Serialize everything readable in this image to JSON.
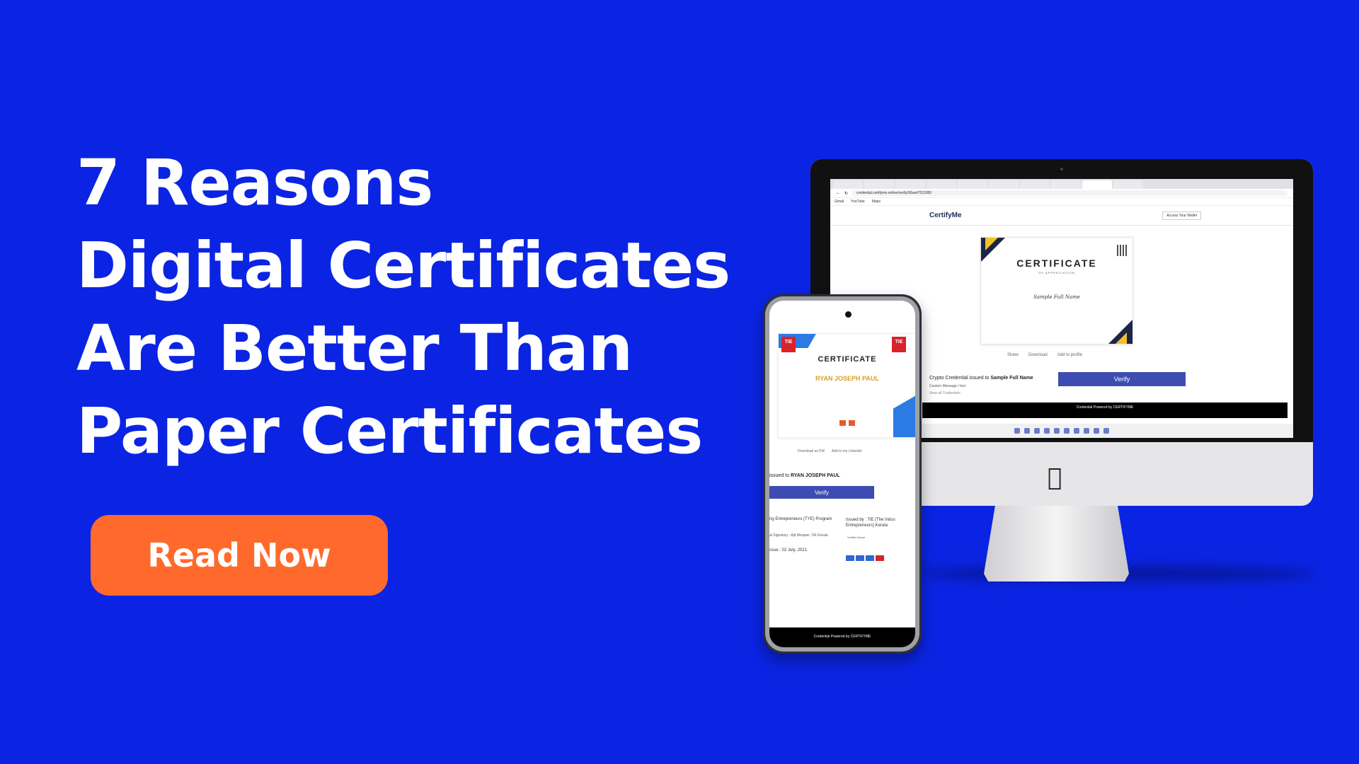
{
  "headline": {
    "line1": "7 Reasons",
    "line2": "Digital Certificates",
    "line3": "Are Better Than",
    "line4": "Paper Certificates"
  },
  "cta": {
    "label": "Read Now"
  },
  "colors": {
    "background": "#0b24e3",
    "cta": "#ff6a2c",
    "verify_button": "#3d4cb3"
  },
  "desktop": {
    "url": "credential.certifyme.online/verify/00aa47521850",
    "bookmarks": [
      "Gmail",
      "YouTube",
      "Maps"
    ],
    "brand": "CertifyMe",
    "wallet_button": "Access Your Wallet",
    "certificate": {
      "title": "CERTIFICATE",
      "subtitle": "OF APPRECIATION",
      "signature": "Sample Full Name"
    },
    "actions": [
      "Share",
      "Download",
      "Add to profile"
    ],
    "credential_prefix": "Crypto Credential issued to ",
    "credential_name": "Sample Full Name",
    "custom_message": "Custom Message / text",
    "view_all": "View all Credentials",
    "verify_label": "Verify",
    "footer": "Credential Powered by CERTIFYME"
  },
  "phone": {
    "certificate": {
      "title": "CERTIFICATE",
      "recipient": "RYAN JOSEPH PAUL",
      "logo": "TiE"
    },
    "actions": [
      "Download as Pdf",
      "Add to my LinkedIn"
    ],
    "issued_prefix": "issued to ",
    "issued_name": "RYAN JOSEPH PAUL",
    "verify_label": "Verify",
    "program": "ng Entrepreneurs (TYE) Program",
    "issued_by": "Issued by : TiE (The Indus Entrepreneurs) Kerala",
    "signatory": "al Signatory : Ajit Moopan, TiE Kerala",
    "verified": "Verified Issuer",
    "date": "ssue : 02 July, 2021",
    "footer": "Credential Powered by CERTIFYME"
  }
}
